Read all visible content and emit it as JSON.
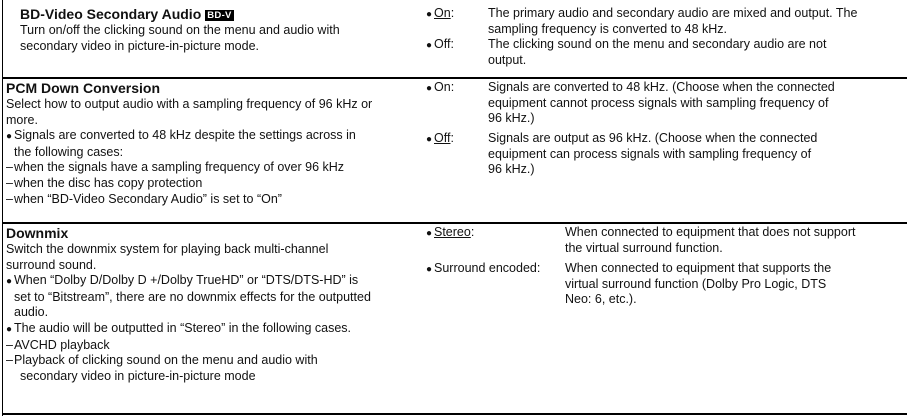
{
  "sections": [
    {
      "title": "BD-Video Secondary Audio",
      "badge": "BD-V",
      "description": [
        "Turn on/off the clicking sound on the menu and audio with",
        "secondary video in picture-in-picture mode."
      ],
      "options": [
        {
          "label": "On",
          "colon": ":",
          "desc": [
            "The primary audio and secondary audio are mixed and output. The",
            "sampling frequency is converted to 48 kHz."
          ]
        },
        {
          "label": "Off",
          "colon": ":",
          "desc": [
            "The clicking sound on the menu and secondary audio are not",
            "output."
          ]
        }
      ]
    },
    {
      "title": "PCM Down Conversion",
      "description": [
        "Select how to output audio with a sampling frequency of 96 kHz or",
        "more."
      ],
      "bullet": [
        "Signals are converted to 48 kHz despite the settings across in",
        "the following cases:"
      ],
      "cases": [
        "when the signals have a sampling frequency of over 96 kHz",
        "when the disc has copy protection",
        "when “BD-Video Secondary Audio” is set to “On”"
      ],
      "options": [
        {
          "label": "On",
          "colon": ":",
          "desc": [
            "Signals are converted to 48 kHz. (Choose when the connected",
            "equipment cannot process signals with sampling frequency of",
            "96 kHz.)"
          ]
        },
        {
          "label": "Off",
          "colon": ":",
          "desc": [
            "Signals are output as 96 kHz. (Choose when the connected",
            "equipment can process signals with sampling frequency of",
            "96 kHz.)"
          ]
        }
      ]
    },
    {
      "title": "Downmix",
      "description": [
        "Switch the downmix system for playing back multi-channel",
        "surround sound."
      ],
      "bullet1": [
        "When “Dolby D/Dolby D +/Dolby TrueHD” or “DTS/DTS-HD” is",
        "set to “Bitstream”, there are no downmix effects for the outputted",
        "audio."
      ],
      "bullet2": "The audio will be outputted in “Stereo” in the following cases.",
      "cases": [
        "AVCHD playback",
        "Playback of clicking sound on the menu and audio with",
        "secondary video in picture-in-picture mode"
      ],
      "options": [
        {
          "label": "Stereo",
          "colon": ":",
          "desc": [
            "When connected to equipment that does not support",
            "the virtual surround function."
          ]
        },
        {
          "label": "Surround encoded",
          "colon": ":",
          "desc": [
            "When connected to equipment that supports the",
            "virtual surround function (Dolby Pro Logic, DTS",
            "Neo: 6, etc.)."
          ]
        }
      ]
    }
  ],
  "glyphs": {
    "bullet": "●",
    "dash": "–"
  }
}
